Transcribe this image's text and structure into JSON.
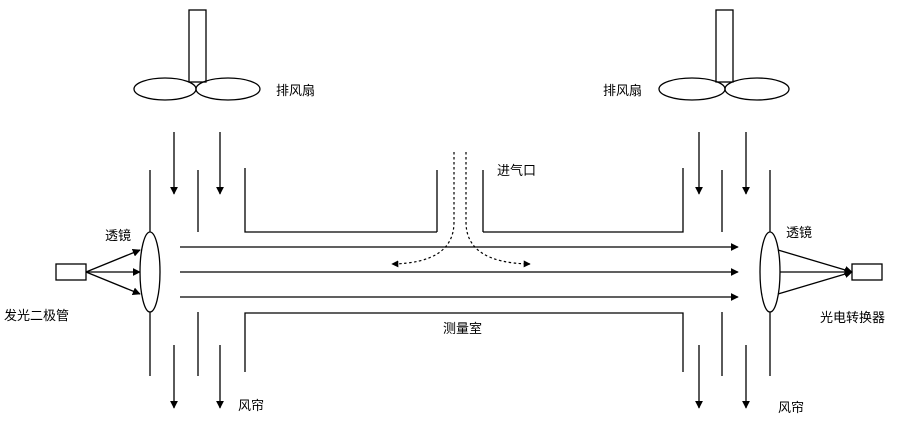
{
  "labels": {
    "fan_left": "排风扇",
    "fan_right": "排风扇",
    "air_inlet": "进气口",
    "lens_left": "透镜",
    "lens_right": "透镜",
    "led": "发光二极管",
    "converter": "光电转换器",
    "chamber": "测量室",
    "curtain_left": "风帘",
    "curtain_right": "风帘"
  }
}
